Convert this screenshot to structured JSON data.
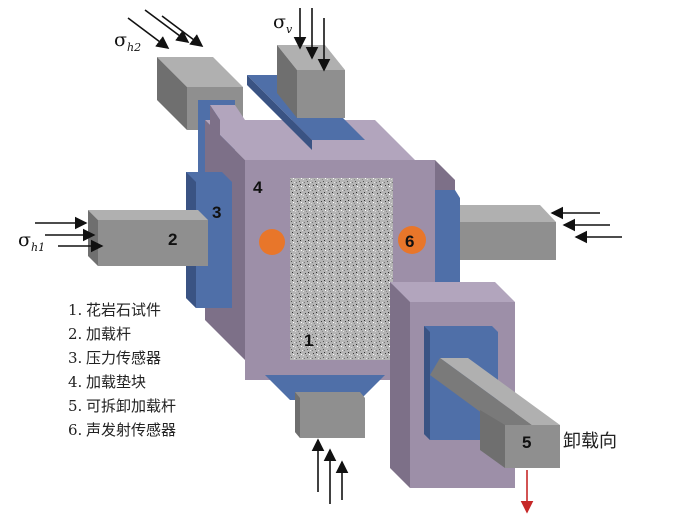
{
  "labels": {
    "sigma_v": "σ",
    "sigma_v_sub": "v",
    "sigma_h1": "σ",
    "sigma_h1_sub": "h1",
    "sigma_h2": "σ",
    "sigma_h2_sub": "h2",
    "unload_direction": "卸载向"
  },
  "numbers": {
    "n1": "1",
    "n2": "2",
    "n3": "3",
    "n4": "4",
    "n5": "5",
    "n6": "6"
  },
  "legend": [
    {
      "num": "1.",
      "text": "花岩石试件"
    },
    {
      "num": "2.",
      "text": "加载杆"
    },
    {
      "num": "3.",
      "text": "压力传感器"
    },
    {
      "num": "4.",
      "text": "加载垫块"
    },
    {
      "num": "5.",
      "text": "可拆卸加载杆"
    },
    {
      "num": "6.",
      "text": "声发射传感器"
    }
  ],
  "colors": {
    "frame": "#9d8fa8",
    "frame_light": "#b2a5bd",
    "frame_dark": "#7d7088",
    "rod": "#8f8f8f",
    "rod_light": "#b0b0b0",
    "rod_dark": "#6f6f6f",
    "sensor": "#4f6fa8",
    "sensor_dark": "#3a5383",
    "specimen": "#b8b8b8",
    "ae_sensor": "#e8762a",
    "unload_arrow": "#c62828",
    "load_arrow": "#111111"
  }
}
